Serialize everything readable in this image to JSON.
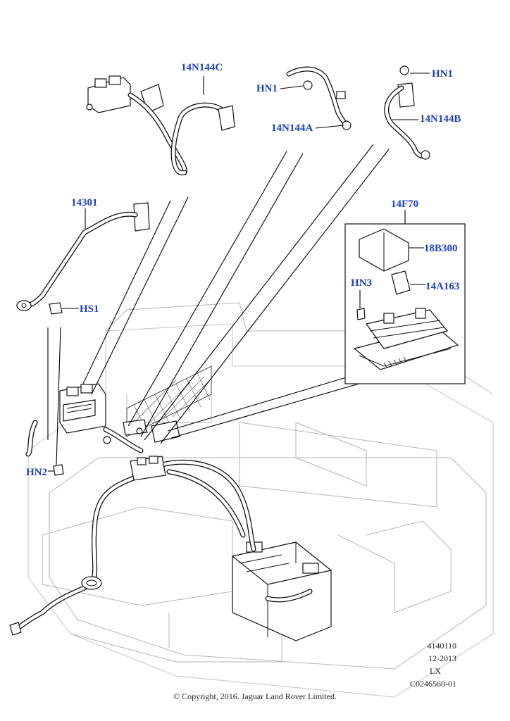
{
  "callouts": {
    "c14N144C": "14N144C",
    "hn1_top": "HN1",
    "hn1_right": "HN1",
    "c14N144A": "14N144A",
    "c14N144B": "14N144B",
    "c14301": "14301",
    "hs1": "HS1",
    "c14F70": "14F70",
    "c18B300": "18B300",
    "hn3": "HN3",
    "c14A163": "14A163",
    "hn2": "HN2"
  },
  "footer": {
    "illustration_no": "4140110",
    "date": "12-2013",
    "model": "LX",
    "ref": "C0246560-01",
    "copyright": "© Copyright, 2016. Jaguar Land Rover Limited."
  },
  "colors": {
    "callout": "#1f3fbf",
    "line": "#111111",
    "vehicle_outline": "#c8c8c8"
  }
}
